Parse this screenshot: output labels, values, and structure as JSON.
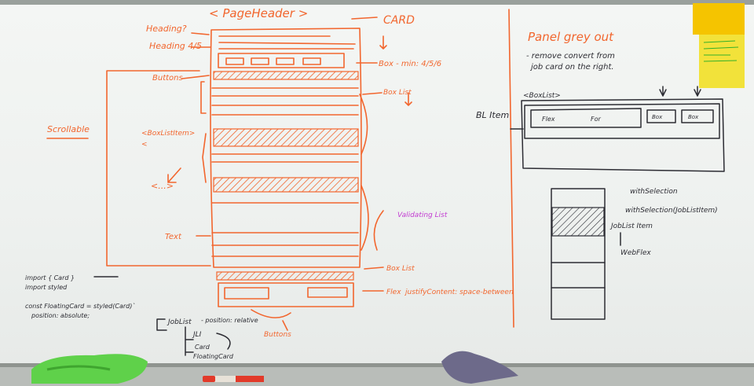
{
  "whiteboard": {
    "page_header": "< PageHeader >",
    "card": "CARD",
    "heading_q": "Heading?",
    "heading_4_5": "Heading 4/5",
    "buttons": "Buttons",
    "scrollable": "Scrollable",
    "box_list_item": "<BoxListItem>",
    "box_list_item_short": "<",
    "ellipsis": "<...>",
    "text_label": "Text",
    "box_min": "Box - min: 4/5/6",
    "box_list_orange": "Box List",
    "validating_list": "Validating List",
    "box_list_bottom": "Box List",
    "flex_label": "Flex",
    "justify_note": "justifyContent: space-between",
    "buttons_bottom": "Buttons",
    "panel_title": "Panel grey out",
    "panel_note_1": "- remove convert from",
    "panel_note_2": "job card on the right.",
    "boxlist_tag": "<BoxList>",
    "bl_item": "BL Item",
    "flex_box": "Flex",
    "for_box": "For",
    "box1": "Box",
    "box2": "Box",
    "with_selection": "withSelection",
    "with_selection_call": "withSelection(JobListItem)",
    "joblist_item": "JobList Item",
    "webflex": "WebFlex",
    "code_1": "import { Card }",
    "code_2": "import styled",
    "code_3": "const FloatingCard = styled(Card)`",
    "code_4": "position: absolute;",
    "joblist": "JobList",
    "position_relative": "- position: relative",
    "jli": "JLI",
    "card_small": "Card",
    "floating_card": "FloatingCard"
  },
  "colors": {
    "orange_marker": "#f2662e",
    "black_marker": "#2c2c33",
    "magenta_marker": "#c23ad1",
    "sticky_note": "#f5c400",
    "green_cloth": "#5fd14a"
  }
}
